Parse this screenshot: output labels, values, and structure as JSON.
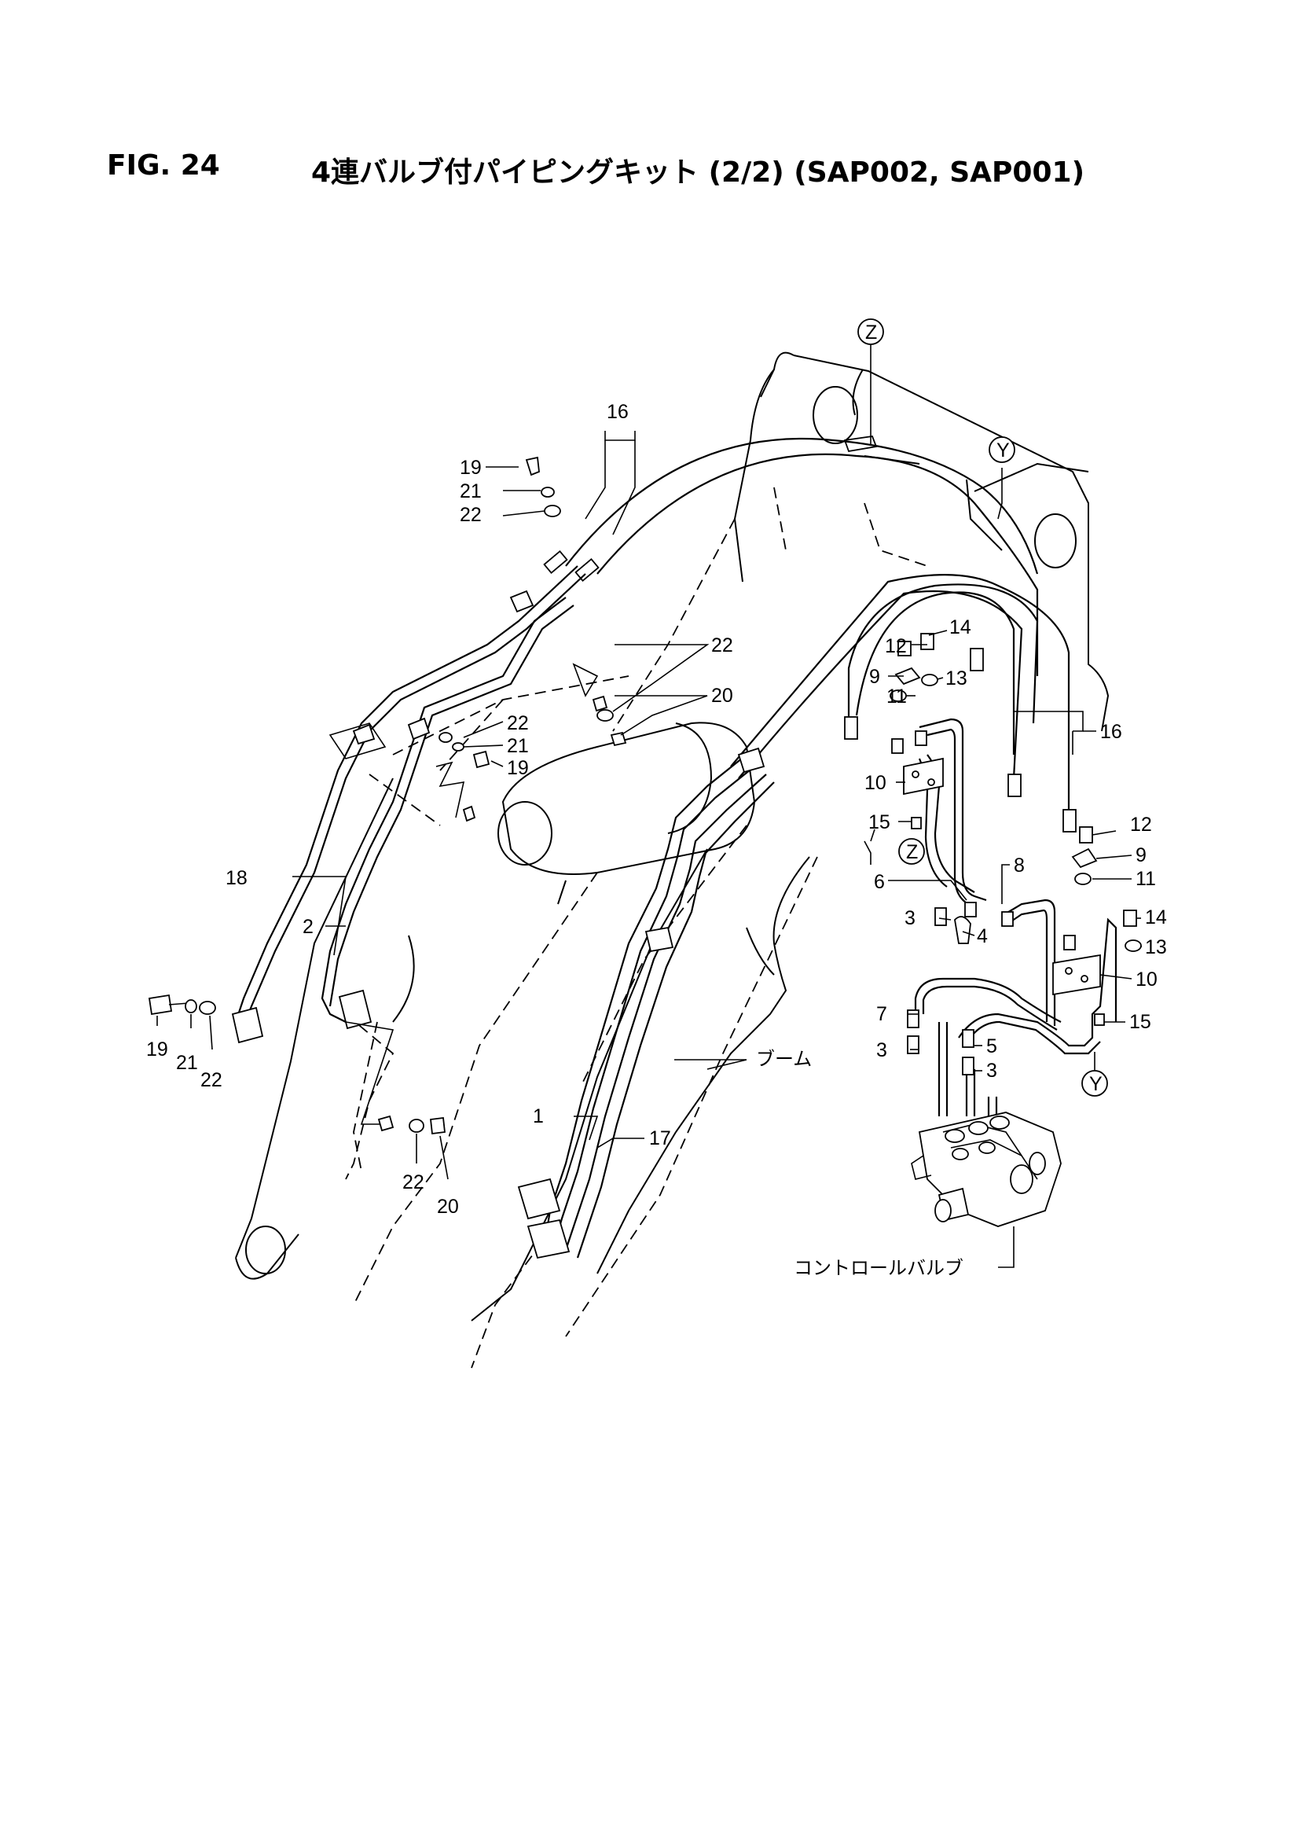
{
  "header": {
    "figure_number": "FIG. 24",
    "title": "4連バルブ付パイピングキット (2/2) (SAP002, SAP001)"
  },
  "callouts": {
    "c1": "1",
    "c2": "2",
    "c3a": "3",
    "c3b": "3",
    "c3c": "3",
    "c4": "4",
    "c5": "5",
    "c6": "6",
    "c7": "7",
    "c8": "8",
    "c9a": "9",
    "c9b": "9",
    "c10a": "10",
    "c10b": "10",
    "c11a": "11",
    "c11b": "11",
    "c12a": "12",
    "c12b": "12",
    "c13a": "13",
    "c13b": "13",
    "c14a": "14",
    "c14b": "14",
    "c15a": "15",
    "c15b": "15",
    "c16a": "16",
    "c16b": "16",
    "c17": "17",
    "c18": "18",
    "c19a": "19",
    "c19b": "19",
    "c19c": "19",
    "c20a": "20",
    "c20b": "20",
    "c21a": "21",
    "c21b": "21",
    "c21c": "21",
    "c22a": "22",
    "c22b": "22",
    "c22c": "22",
    "c22d": "22",
    "c22e": "22"
  },
  "reference_markers": {
    "z_top": "Z",
    "z_mid": "Z",
    "y_top": "Y",
    "y_bottom": "Y"
  },
  "labels": {
    "boom": "ブーム",
    "control_valve": "コントロールバルブ"
  }
}
